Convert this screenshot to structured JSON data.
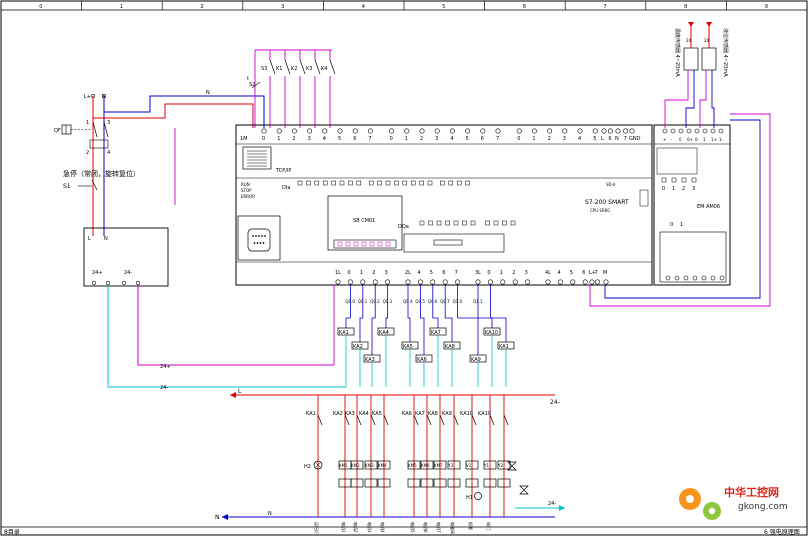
{
  "frame": {
    "columns": [
      "0",
      "1",
      "2",
      "3",
      "4",
      "5",
      "6",
      "7",
      "8",
      "9"
    ],
    "footer_left": "8目录",
    "footer_right": "6 强电原理图"
  },
  "watermark": {
    "text": "中华工控网",
    "url": "gkong.com"
  },
  "supply": {
    "L": "L",
    "N": "N",
    "N2": "N",
    "L_top": "L+",
    "N_top": "N",
    "rail_24minus": "24-",
    "rail_24minus_right": "24-",
    "n_top": "N",
    "n_bottom": "N"
  },
  "estop": {
    "caption": "急停（常闭，旋转复位）",
    "ref": "S1",
    "qf": "QF",
    "n1": "1",
    "n3": "3",
    "n2": "2",
    "n4": "4"
  },
  "psu": {
    "l": "L",
    "n": "N",
    "out_plus": "24+",
    "out_minus": "24-",
    "cable_plus": "24+",
    "cable_minus": "24-"
  },
  "switches": {
    "s2": "S2",
    "s3": "S3",
    "labels": [
      "S3",
      "K1",
      "K2",
      "K3",
      "K4"
    ]
  },
  "plc": {
    "model": "S7-200 SMART",
    "cpu": "CPU SR60",
    "port": "TCP/IP",
    "sd_slot": "SD卡",
    "m_label": "1M",
    "di_top": [
      "0",
      "1",
      "2",
      "3",
      "4",
      "5",
      "6",
      "7",
      "0",
      "1",
      "2",
      "3",
      "4",
      "5",
      "6",
      "7",
      "0",
      "1",
      "2",
      "3",
      "4",
      "5",
      "6",
      "7"
    ],
    "power_terms": [
      "L",
      "N",
      "GND"
    ],
    "di_led": "DIa",
    "dq_led": "DQa",
    "board": "SB CM01",
    "dq_bottom": [
      "1L",
      "0",
      "1",
      "2",
      "3",
      "2L",
      "4",
      "5",
      "6",
      "7",
      "3L",
      "0",
      "1",
      "2",
      "3",
      "4L",
      "4",
      "5",
      "6",
      "7"
    ],
    "bottom_power": [
      "L+",
      "M"
    ],
    "q_labels": [
      "Q0.0",
      "Q0.1",
      "Q0.2",
      "Q0.3",
      "Q0.4",
      "Q0.5",
      "Q0.6",
      "Q0.7",
      "Q1.0",
      "Q1.1"
    ],
    "run_labels": [
      "RUN",
      "STOP",
      "ERROR"
    ]
  },
  "em": {
    "title": "EM AM06",
    "top_terms": [
      "+",
      "-",
      "0",
      "0+",
      "0-",
      "1",
      "1+",
      "1-"
    ],
    "status": [
      "0",
      "1",
      "2",
      "3"
    ],
    "mid": [
      "0",
      "1"
    ],
    "sensor1": "温度传感器 4~20mA",
    "sensor2": "液位传感器 4~20mA",
    "s1_terms": [
      "24",
      "+",
      "-"
    ],
    "s2_terms": [
      "24",
      "+",
      "-"
    ]
  },
  "relays": [
    "KA1",
    "KA2",
    "KA3",
    "KA4",
    "KA5",
    "KA6",
    "KA7",
    "KA8",
    "KA9",
    "KA10"
  ],
  "relay_coils": [
    "KA1",
    "KA2",
    "KA3",
    "KA4",
    "KA5",
    "KA6",
    "KA7",
    "KA8",
    "KA9",
    "KA10",
    "KA1"
  ],
  "contacts": [
    "KA1",
    "KA2",
    "KA3",
    "KA4",
    "KA5",
    "KA6",
    "KA7",
    "KA8",
    "KA9",
    "KA10",
    "KA10"
  ],
  "loads": {
    "h2": "H2",
    "km1": "KM1",
    "km2": "KM2",
    "km3": "KM3",
    "km4": "KM4",
    "km5": "KM5",
    "km6": "KM6",
    "km7": "KM7",
    "y1": "Y1",
    "y2": "Y2",
    "v1": "V1",
    "h1": "H1",
    "y3": "Y3"
  },
  "load_captions": [
    "运行灯",
    "电机1",
    "电机2",
    "电机3",
    "电机4",
    "电机5",
    "电机6",
    "电机7",
    "电磁阀",
    "报警",
    "阀门"
  ]
}
